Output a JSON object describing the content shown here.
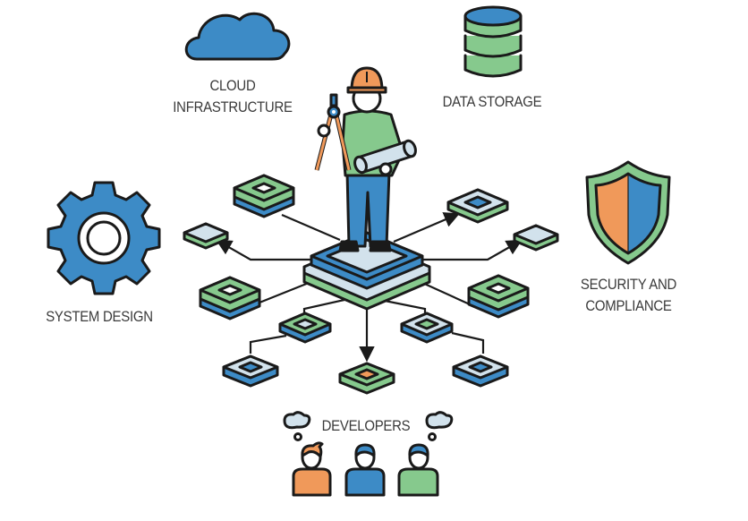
{
  "diagram": {
    "center": {
      "figure": "engineer-on-platform",
      "items": [
        "hard-hat",
        "compass",
        "blueprint-roll"
      ]
    },
    "labels": {
      "cloud": {
        "line1": "CLOUD",
        "line2": "INFRASTRUCTURE",
        "icon": "cloud-icon"
      },
      "storage": {
        "line1": "DATA STORAGE",
        "icon": "database-icon"
      },
      "security": {
        "line1": "SECURITY AND",
        "line2": "COMPLIANCE",
        "icon": "shield-icon"
      },
      "system": {
        "line1": "SYSTEM DESIGN",
        "icon": "gear-icon"
      },
      "developers": {
        "line1": "DEVELOPERS",
        "icon": "people-icon",
        "count": 3
      }
    },
    "nodes": [
      {
        "id": "top-left",
        "style": "green-blue-hollow"
      },
      {
        "id": "far-left",
        "style": "small-lightblue"
      },
      {
        "id": "mid-left",
        "style": "green-blue-hollow"
      },
      {
        "id": "top-right",
        "style": "lightblue-green-bluecore"
      },
      {
        "id": "far-right",
        "style": "small-lightblue"
      },
      {
        "id": "mid-right",
        "style": "green-blue-hollow"
      },
      {
        "id": "lower-left",
        "style": "green-blue-lightcore"
      },
      {
        "id": "lower-right",
        "style": "lightblue-blue-greencore"
      },
      {
        "id": "bottom-left",
        "style": "lightblue-blue-bluecore"
      },
      {
        "id": "bottom-center",
        "style": "green-orangecore"
      },
      {
        "id": "bottom-right",
        "style": "lightblue-blue-bluecore"
      }
    ],
    "colors": {
      "blue": "#3d8bc6",
      "green": "#86c98d",
      "orange": "#f0995a",
      "light": "#d2e2ec",
      "outline": "#1a1a1a",
      "text": "#3a3a3a"
    }
  }
}
